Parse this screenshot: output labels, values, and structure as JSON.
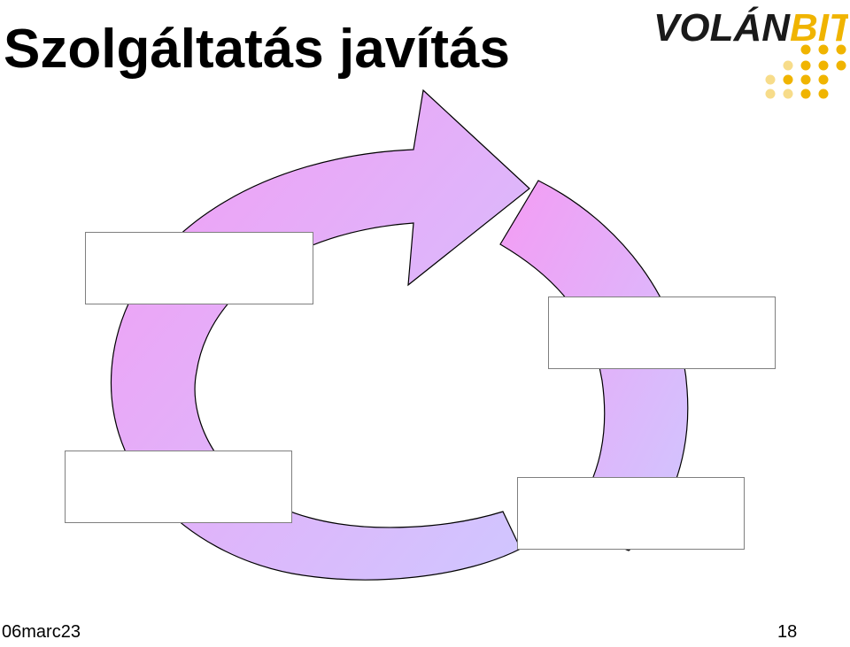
{
  "slide": {
    "title": "Szolgáltatás javítás",
    "footer_left": "06marc23",
    "page_number": "18"
  },
  "logo": {
    "text_dark": "VOLÁN",
    "text_accent": "BIT",
    "colors": {
      "dark": "#1a1a1a",
      "accent": "#f0b400",
      "dot_light": "#f7dc8a"
    }
  },
  "diagram": {
    "colors": {
      "arrow_start": "#f49cf4",
      "arrow_end": "#cfc7ff",
      "stroke": "#000000",
      "box_border": "#7f7f7f"
    },
    "boxes": [
      {
        "label": ""
      },
      {
        "label": ""
      },
      {
        "label": ""
      },
      {
        "label": ""
      }
    ]
  }
}
